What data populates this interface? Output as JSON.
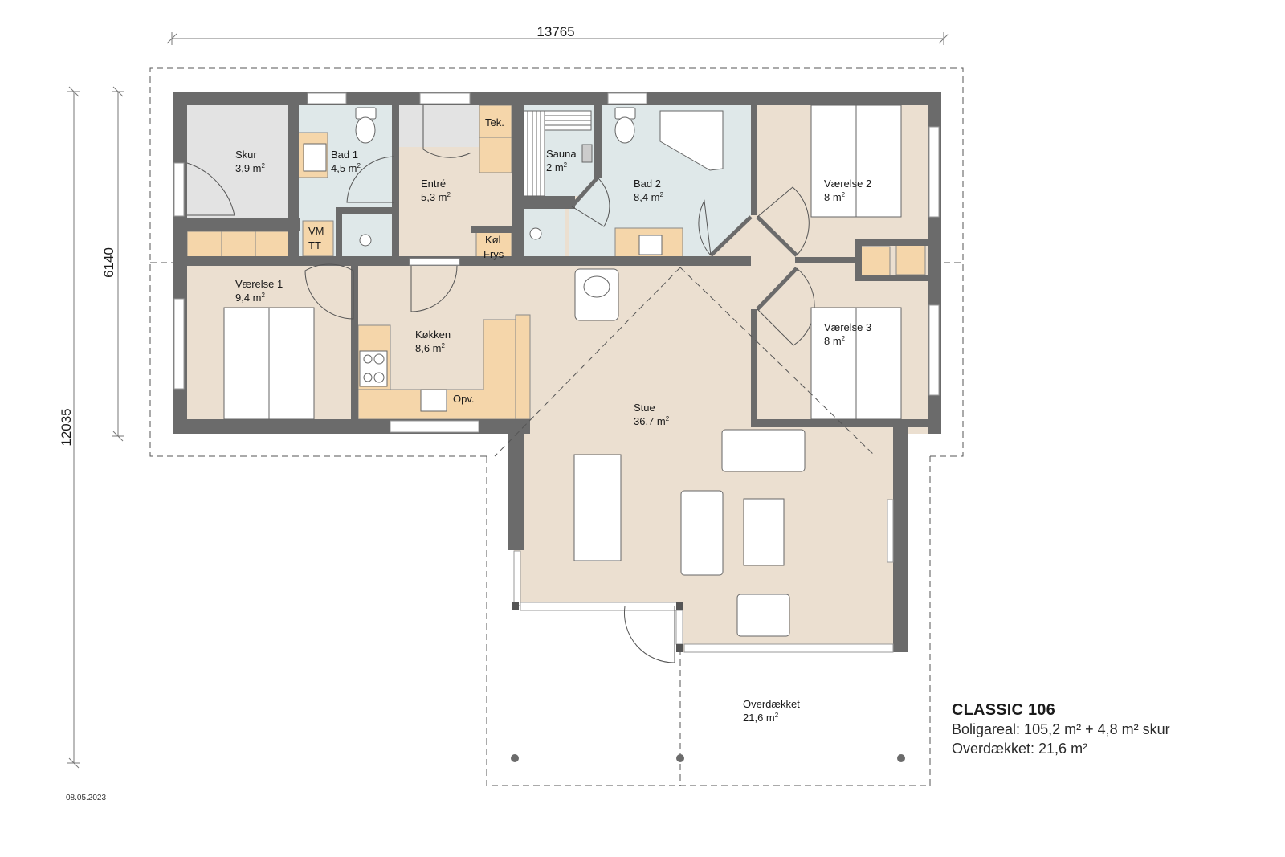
{
  "plan": {
    "title": "CLASSIC 106",
    "living_area": "Boligareal: 105,2 m² + 4,8 m² skur",
    "covered_area": "Overdækket: 21,6 m²",
    "date": "08.05.2023"
  },
  "dimensions": {
    "width": "13765",
    "height_total": "12035",
    "height_partial": "6140"
  },
  "rooms": [
    {
      "name": "Skur",
      "area": "3,9 m"
    },
    {
      "name": "Bad 1",
      "area": "4,5 m"
    },
    {
      "name": "Entré",
      "area": "5,3 m"
    },
    {
      "name": "Sauna",
      "area": "2 m"
    },
    {
      "name": "Bad 2",
      "area": "8,4 m"
    },
    {
      "name": "Værelse 2",
      "area": "8 m"
    },
    {
      "name": "Værelse 1",
      "area": "9,4 m"
    },
    {
      "name": "Køkken",
      "area": "8,6 m"
    },
    {
      "name": "Værelse 3",
      "area": "8 m"
    },
    {
      "name": "Stue",
      "area": "36,7 m"
    },
    {
      "name": "Overdækket",
      "area": "21,6 m"
    }
  ],
  "fixtures": {
    "tek": "Tek.",
    "vm": "VM",
    "tt": "TT",
    "kol": "Køl",
    "frys": "Frys",
    "opv": "Opv."
  },
  "units": {
    "sup": "2"
  },
  "colors": {
    "wall": "#6b6b6b",
    "living": "#ebdfd0",
    "wet": "#dfe8e9",
    "shed": "#e3e3e3",
    "cabinet": "#f5d6aa"
  }
}
